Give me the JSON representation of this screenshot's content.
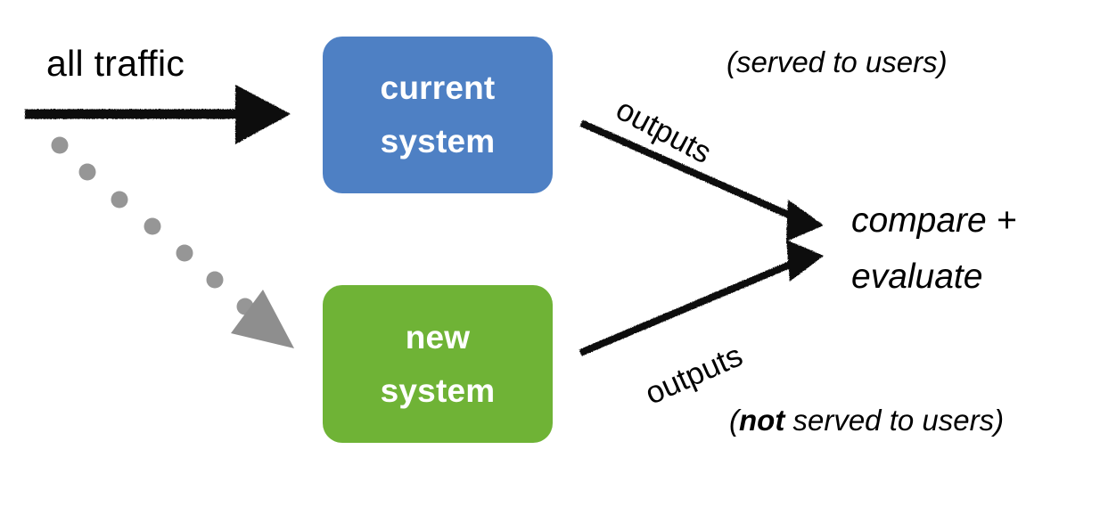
{
  "diagram": {
    "title": "A/B shadow-testing flow: all traffic to current system, mirrored to new system, outputs compared",
    "colors": {
      "current_system_fill": "#4e80c4",
      "new_system_fill": "#6fb336",
      "solid_arrow": "#111111",
      "dotted_arrow": "#969696",
      "box_text": "#ffffff",
      "label_text": "#000000",
      "background": "#ffffff"
    },
    "boxes": [
      {
        "id": "current-system",
        "lines": [
          "current",
          "system"
        ],
        "fill": "#4e80c4"
      },
      {
        "id": "new-system",
        "lines": [
          "new",
          "system"
        ],
        "fill": "#6fb336"
      }
    ],
    "labels": {
      "all_traffic": "all traffic",
      "outputs_top": "outputs",
      "outputs_bottom": "outputs",
      "served_to_users": "(served to users)",
      "compare_evaluate": "compare + evaluate",
      "not_served_prefix": "(",
      "not_served_bold": "not",
      "not_served_suffix": " served to users)"
    },
    "arrows": [
      {
        "id": "all-traffic-arrow",
        "style": "solid",
        "color": "#111111",
        "from": "all traffic",
        "to": "current system"
      },
      {
        "id": "mirrored-traffic-arrow",
        "style": "dotted",
        "color": "#969696",
        "dot_count": 7,
        "from": "all traffic",
        "to": "new system"
      },
      {
        "id": "current-outputs-arrow",
        "style": "solid",
        "color": "#111111",
        "label": "outputs",
        "from": "current system",
        "to": "compare + evaluate"
      },
      {
        "id": "new-outputs-arrow",
        "style": "solid",
        "color": "#111111",
        "label": "outputs",
        "from": "new system",
        "to": "compare + evaluate"
      }
    ]
  }
}
